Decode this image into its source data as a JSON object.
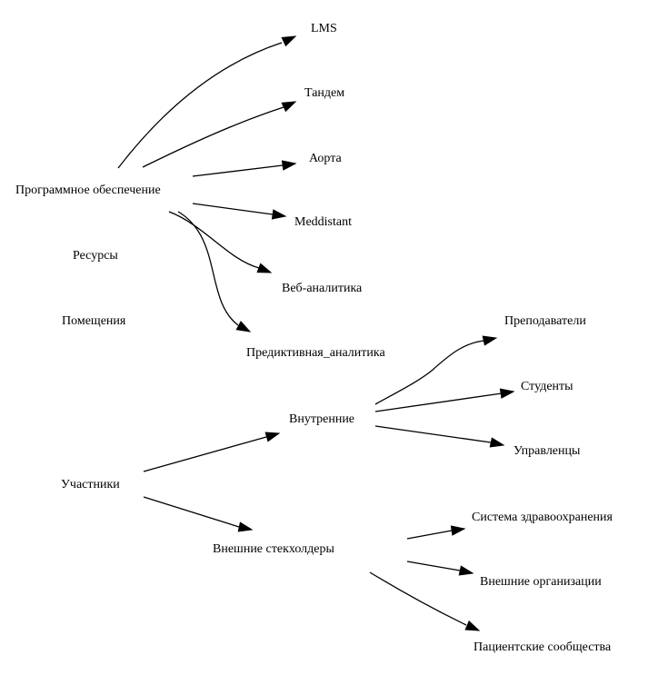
{
  "diagram": {
    "type": "directed-graph",
    "nodes": [
      {
        "id": "soft",
        "label": "Программное обеспечение"
      },
      {
        "id": "lms",
        "label": "LMS"
      },
      {
        "id": "tandem",
        "label": "Тандем"
      },
      {
        "id": "aorta",
        "label": "Аорта"
      },
      {
        "id": "meddistant",
        "label": "Meddistant"
      },
      {
        "id": "webanalytics",
        "label": "Веб-аналитика"
      },
      {
        "id": "predictive",
        "label": "Предиктивная_аналитика"
      },
      {
        "id": "resources",
        "label": "Ресурсы"
      },
      {
        "id": "rooms",
        "label": "Помещения"
      },
      {
        "id": "participants",
        "label": "Участники"
      },
      {
        "id": "internal",
        "label": "Внутренние"
      },
      {
        "id": "external",
        "label": "Внешние стекхолдеры"
      },
      {
        "id": "teachers",
        "label": "Преподаватели"
      },
      {
        "id": "students",
        "label": "Студенты"
      },
      {
        "id": "managers",
        "label": "Управленцы"
      },
      {
        "id": "healthcare",
        "label": "Система здравоохранения"
      },
      {
        "id": "extorgs",
        "label": "Внешние организации"
      },
      {
        "id": "patients",
        "label": "Пациентские сообщества"
      }
    ],
    "edges": [
      {
        "from": "soft",
        "to": "lms"
      },
      {
        "from": "soft",
        "to": "tandem"
      },
      {
        "from": "soft",
        "to": "aorta"
      },
      {
        "from": "soft",
        "to": "meddistant"
      },
      {
        "from": "soft",
        "to": "webanalytics"
      },
      {
        "from": "soft",
        "to": "predictive"
      },
      {
        "from": "participants",
        "to": "internal"
      },
      {
        "from": "participants",
        "to": "external"
      },
      {
        "from": "internal",
        "to": "teachers"
      },
      {
        "from": "internal",
        "to": "students"
      },
      {
        "from": "internal",
        "to": "managers"
      },
      {
        "from": "external",
        "to": "healthcare"
      },
      {
        "from": "external",
        "to": "extorgs"
      },
      {
        "from": "external",
        "to": "patients"
      }
    ]
  }
}
